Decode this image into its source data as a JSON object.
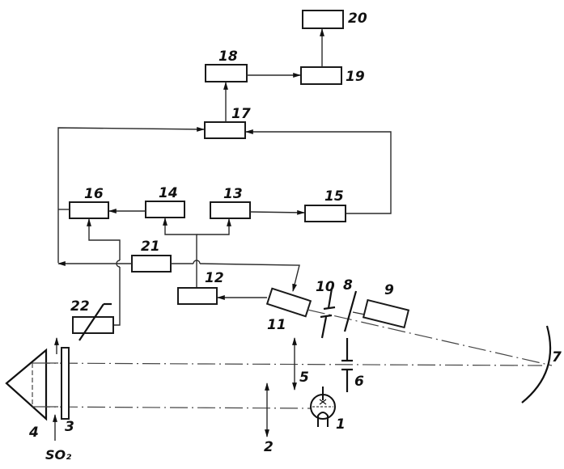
{
  "diagram": {
    "type": "optical-electronic block schematic (SO2 gas analyzer)",
    "colors": {
      "ink": "#1a1a1a",
      "background": "#ffffff"
    },
    "labels": {
      "n1": "1",
      "n2": "2",
      "n3": "3",
      "n4": "4",
      "n5": "5",
      "n6": "6",
      "n7": "7",
      "n8": "8",
      "n9": "9",
      "n10": "10",
      "n11": "11",
      "n12": "12",
      "n13": "13",
      "n14": "14",
      "n15": "15",
      "n16": "16",
      "n17": "17",
      "n18": "18",
      "n19": "19",
      "n20": "20",
      "n21": "21",
      "n22": "22",
      "gas": "SO₂"
    },
    "components": [
      {
        "id": "1",
        "kind": "light-source-lamp"
      },
      {
        "id": "2",
        "kind": "lens"
      },
      {
        "id": "3",
        "kind": "window-plate"
      },
      {
        "id": "4",
        "kind": "corner-reflector-prism"
      },
      {
        "id": "5",
        "kind": "lens"
      },
      {
        "id": "6",
        "kind": "diaphragm"
      },
      {
        "id": "7",
        "kind": "concave-mirror"
      },
      {
        "id": "8",
        "kind": "modulator-disk"
      },
      {
        "id": "9",
        "kind": "motor"
      },
      {
        "id": "10",
        "kind": "slit-diaphragm"
      },
      {
        "id": "11",
        "kind": "photodetector"
      },
      {
        "id": "12",
        "kind": "block"
      },
      {
        "id": "13",
        "kind": "block"
      },
      {
        "id": "14",
        "kind": "block"
      },
      {
        "id": "15",
        "kind": "block"
      },
      {
        "id": "16",
        "kind": "block"
      },
      {
        "id": "17",
        "kind": "block"
      },
      {
        "id": "18",
        "kind": "block"
      },
      {
        "id": "19",
        "kind": "block"
      },
      {
        "id": "20",
        "kind": "block"
      },
      {
        "id": "21",
        "kind": "block"
      },
      {
        "id": "22",
        "kind": "variable-block"
      }
    ],
    "connections": [
      {
        "from": "19",
        "to": "20"
      },
      {
        "from": "18",
        "to": "19"
      },
      {
        "from": "17",
        "to": "18"
      },
      {
        "from": "15",
        "to": "17"
      },
      {
        "from": "left-bus",
        "to": "17"
      },
      {
        "from": "13",
        "to": "15"
      },
      {
        "from": "14",
        "to": "16"
      },
      {
        "from": "12",
        "to": "13"
      },
      {
        "from": "12",
        "to": "14"
      },
      {
        "from": "22",
        "to": "16"
      },
      {
        "from": "11",
        "to": "12"
      },
      {
        "from": "21",
        "to": "left-bus"
      },
      {
        "from": "21",
        "to": "11"
      }
    ]
  }
}
